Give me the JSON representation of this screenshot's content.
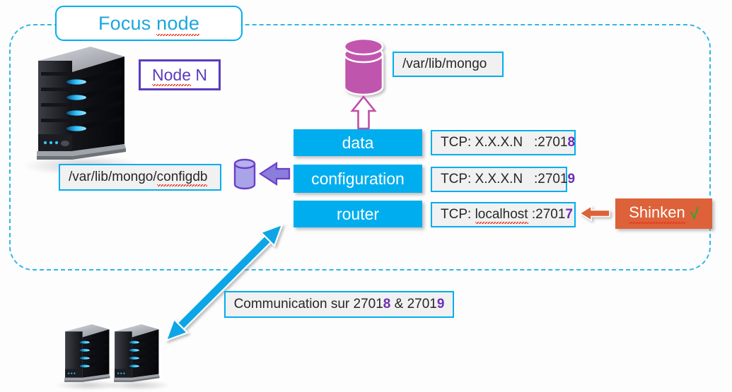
{
  "diagram": {
    "title": "Focus node",
    "title_spellcheck_word": "node",
    "node_label": "Node N",
    "node_label_spellcheck_word": "Node"
  },
  "paths": {
    "mongo_data": "/var/lib/mongo",
    "mongo_configdb": "/var/lib/mongo/configdb",
    "mongo_configdb_spellcheck_word": "configdb"
  },
  "services": [
    {
      "name": "data",
      "label": "data"
    },
    {
      "name": "configuration",
      "label": "configuration"
    },
    {
      "name": "router",
      "label": "router"
    }
  ],
  "endpoints": [
    {
      "prefix": "TCP: X.X.X.N",
      "gap": "   ",
      "port_head": ":2701",
      "port_tail": "8"
    },
    {
      "prefix": "TCP: X.X.X.N",
      "gap": "   ",
      "port_head": ":2701",
      "port_tail": "9"
    },
    {
      "prefix": "TCP: localhost",
      "gap": " ",
      "port_head": ":2701",
      "port_tail": "7",
      "spellcheck_word": "localhost"
    }
  ],
  "monitor": {
    "label": "Shinken",
    "check_glyph": "√",
    "spellcheck_word": "Shinken"
  },
  "communication": {
    "prefix": "Communication sur 2701",
    "port_a_tail": "8",
    "middle": " & 2701",
    "port_b_tail": "9"
  },
  "icons": {
    "db_large": "database-cylinder-icon",
    "db_small": "database-cylinder-small-icon",
    "server_main": "server-tower-icon",
    "server_cluster_a": "server-tower-icon",
    "server_cluster_b": "server-tower-icon",
    "arrow_up": "arrow-up-outline-icon",
    "arrow_left": "arrow-left-icon",
    "arrow_left_orange": "arrow-left-orange-icon",
    "arrow_double": "arrow-double-diagonal-icon"
  },
  "colors": {
    "accent_blue": "#00aeef",
    "dashed_border": "#2fb8e8",
    "purple": "#5b3bbd",
    "port_purple": "#6b2fb5",
    "magenta": "#c04fa8",
    "orange": "#dd6239",
    "check_green": "#32a332",
    "box_fill": "#f1f1f1",
    "spellcheck_red": "#e8311b"
  }
}
